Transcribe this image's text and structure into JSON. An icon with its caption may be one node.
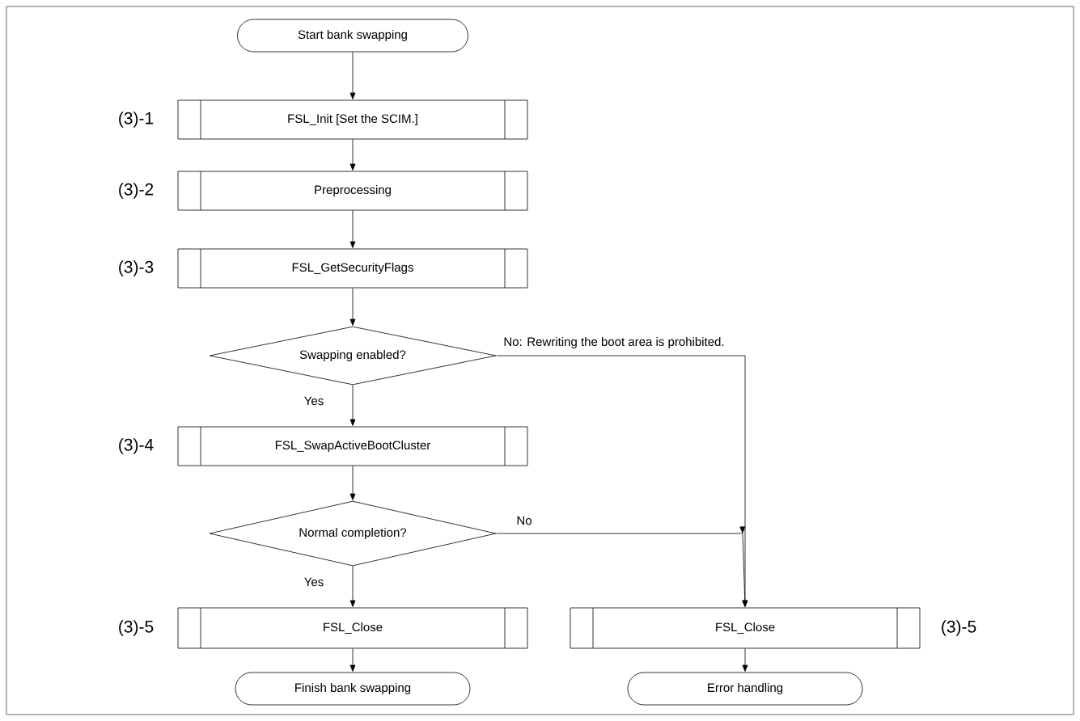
{
  "diagram": {
    "nodes": [
      {
        "text": [
          "Start bank swapping"
        ]
      },
      {
        "text": [
          "FSL_Init [Set the SCIM.]"
        ],
        "beside": [
          "(3)-1"
        ]
      },
      {
        "text": [
          "Preprocessing"
        ],
        "beside": [
          "(3)-2"
        ]
      },
      {
        "text": [
          "FSL_GetSecurityFlags"
        ],
        "beside": [
          "(3)-3"
        ]
      },
      {
        "text": [
          "Swapping enabled?"
        ]
      },
      {
        "text": [
          "FSL_SwapActiveBootCluster"
        ],
        "beside": [
          "(3)-4"
        ]
      },
      {
        "text": [
          "Normal completion?"
        ]
      },
      {
        "text": [
          "FSL_Close"
        ],
        "beside": [
          "(3)-5"
        ]
      },
      {
        "text": [
          "FSL_Close"
        ],
        "beside": [
          "(3)-5"
        ]
      },
      {
        "text": [
          "Finish bank swapping"
        ]
      },
      {
        "text": [
          "Error handling"
        ]
      }
    ],
    "edges": [
      {
        "from": 0,
        "to": 1,
        "arrow": "to"
      },
      {
        "from": 1,
        "to": 2,
        "arrow": "to"
      },
      {
        "from": 2,
        "to": 3,
        "arrow": "to"
      },
      {
        "from": 3,
        "to": 4,
        "arrow": "to"
      },
      {
        "from": 4,
        "to": 5,
        "arrow": "to",
        "label": "Yes"
      },
      {
        "from": 5,
        "to": 6,
        "arrow": "to"
      },
      {
        "from": 6,
        "to": 7,
        "arrow": "to",
        "label": "Yes"
      },
      {
        "from": 4,
        "to": 8,
        "arrow": "to",
        "label": "No: Rewriting the boot area is prohibited."
      },
      {
        "from": 6,
        "to": 8,
        "arrow": "to",
        "label": "No"
      },
      {
        "from": 7,
        "to": 9,
        "arrow": "to"
      },
      {
        "from": 8,
        "to": 10,
        "arrow": "to"
      }
    ]
  }
}
